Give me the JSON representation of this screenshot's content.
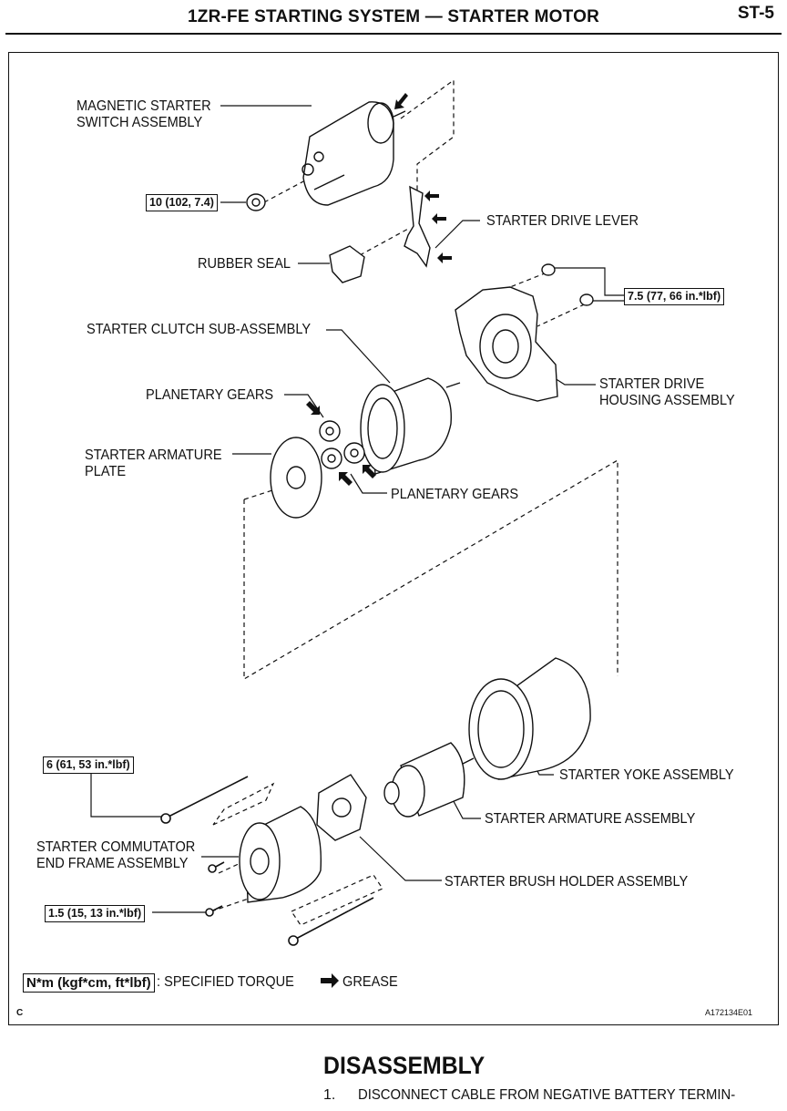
{
  "header": {
    "title": "1ZR-FE STARTING SYSTEM — STARTER MOTOR",
    "page": "ST-5"
  },
  "labels": {
    "magnetic_switch": "MAGNETIC STARTER\nSWITCH ASSEMBLY",
    "drive_lever": "STARTER DRIVE LEVER",
    "rubber_seal": "RUBBER SEAL",
    "clutch": "STARTER CLUTCH SUB-ASSEMBLY",
    "planetary_top": "PLANETARY GEARS",
    "armature_plate": "STARTER ARMATURE\nPLATE",
    "planetary_bottom": "PLANETARY GEARS",
    "drive_housing": "STARTER DRIVE\nHOUSING ASSEMBLY",
    "yoke": "STARTER YOKE ASSEMBLY",
    "armature": "STARTER ARMATURE ASSEMBLY",
    "commutator": "STARTER COMMUTATOR\nEND FRAME ASSEMBLY",
    "brush_holder": "STARTER BRUSH HOLDER ASSEMBLY"
  },
  "torques": {
    "t10": "10 (102, 7.4)",
    "t75": "7.5 (77, 66 in.*lbf)",
    "t6": "6 (61, 53 in.*lbf)",
    "t15": "1.5 (15, 13 in.*lbf)"
  },
  "legend": {
    "unit_box": "N*m (kgf*cm, ft*lbf)",
    "torque_text": ": SPECIFIED TORQUE",
    "grease_text": "GREASE"
  },
  "corner": {
    "left": "C",
    "right": "A172134E01"
  },
  "section": {
    "title": "DISASSEMBLY",
    "step_number": "1.",
    "step_text": "DISCONNECT CABLE FROM NEGATIVE BATTERY TERMIN-"
  },
  "colors": {
    "ink": "#111111",
    "paper": "#ffffff"
  }
}
